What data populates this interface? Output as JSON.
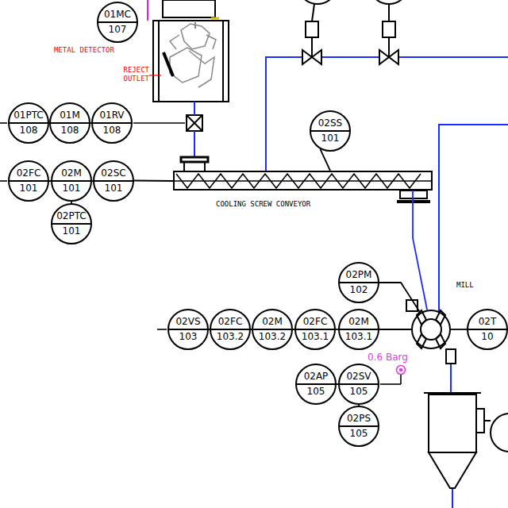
{
  "diagram": {
    "nodes": [
      {
        "text": [
          "01MC",
          "107"
        ]
      },
      {
        "text": [
          "01PTC",
          "108"
        ]
      },
      {
        "text": [
          "01M",
          "108"
        ]
      },
      {
        "text": [
          "01RV",
          "108"
        ]
      },
      {
        "text": [
          "02SS",
          "101"
        ]
      },
      {
        "text": [
          "02FC",
          "101"
        ]
      },
      {
        "text": [
          "02M",
          "101"
        ]
      },
      {
        "text": [
          "02SC",
          "101"
        ]
      },
      {
        "text": [
          "COOLING SCREW CONVEYOR"
        ]
      },
      {
        "text": [
          "02PTC",
          "101"
        ]
      },
      {
        "text": [
          "02PM",
          "102"
        ]
      },
      {
        "text": [
          "MILL"
        ]
      },
      {
        "text": [
          "02VS",
          "103"
        ]
      },
      {
        "text": [
          "02FC",
          "103.2"
        ]
      },
      {
        "text": [
          "02M",
          "103.2"
        ]
      },
      {
        "text": [
          "02FC",
          "103.1"
        ]
      },
      {
        "text": [
          "02M",
          "103.1"
        ]
      },
      {
        "text": [
          "02T",
          "10"
        ]
      },
      {
        "text": [
          "02AP",
          "105"
        ]
      },
      {
        "text": [
          "02SV",
          "105"
        ]
      },
      {
        "text": [
          "02PS",
          "105"
        ]
      }
    ],
    "edges": [
      {
        "from": 1,
        "to": 2,
        "arrow": "none"
      },
      {
        "from": 2,
        "to": 3,
        "arrow": "none"
      },
      {
        "from": 5,
        "to": 6,
        "arrow": "none"
      },
      {
        "from": 6,
        "to": 7,
        "arrow": "none"
      },
      {
        "from": 7,
        "to": 8,
        "arrow": "none"
      },
      {
        "from": 6,
        "to": 9,
        "arrow": "none"
      },
      {
        "from": 4,
        "to": 8,
        "arrow": "none"
      },
      {
        "from": 8,
        "to": 11,
        "arrow": "none"
      },
      {
        "from": 10,
        "to": 11,
        "arrow": "none"
      },
      {
        "from": 12,
        "to": 13,
        "arrow": "none"
      },
      {
        "from": 13,
        "to": 14,
        "arrow": "none"
      },
      {
        "from": 14,
        "to": 15,
        "arrow": "none"
      },
      {
        "from": 15,
        "to": 16,
        "arrow": "none"
      },
      {
        "from": 16,
        "to": 11,
        "arrow": "none"
      },
      {
        "from": 11,
        "to": 17,
        "arrow": "none"
      },
      {
        "from": 18,
        "to": 19,
        "arrow": "none"
      },
      {
        "from": 19,
        "to": 20,
        "arrow": "none"
      }
    ],
    "labels": [
      "METAL DETECTOR",
      "REJECT OUTLET",
      "0.6 Barg"
    ]
  }
}
